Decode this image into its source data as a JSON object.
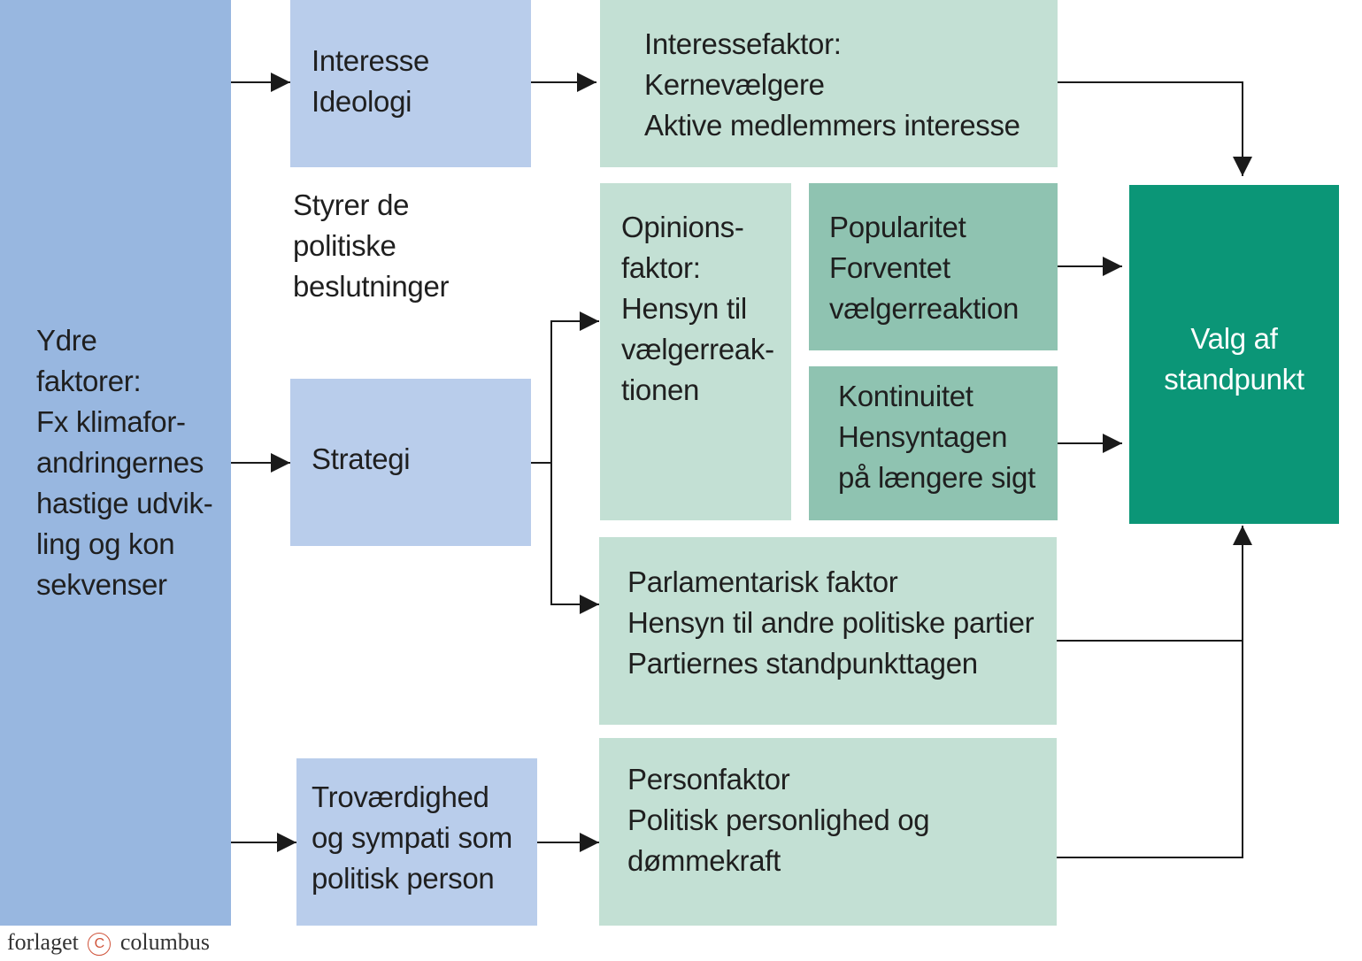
{
  "ydre": {
    "lines": [
      "Ydre",
      "faktorer:",
      "Fx klimafor-",
      "andringernes",
      "hastige udvik-",
      "ling og kon",
      "sekvenser"
    ]
  },
  "interesse": {
    "lines": [
      "Interesse",
      "Ideologi"
    ]
  },
  "styrer": {
    "lines": [
      "Styrer de",
      "politiske",
      "beslutninger"
    ]
  },
  "strategi": {
    "lines": [
      "Strategi"
    ]
  },
  "troverdighed": {
    "lines": [
      "Troværdighed",
      "og sympati som",
      "politisk person"
    ]
  },
  "interessefaktor": {
    "lines": [
      "Interessefaktor:",
      "Kernevælgere",
      "Aktive medlemmers interesse"
    ]
  },
  "opinionsfaktor": {
    "lines": [
      "Opinions-",
      "faktor:",
      "Hensyn til",
      "vælgerreak-",
      "tionen"
    ]
  },
  "popularitet": {
    "lines": [
      "Popularitet",
      "Forventet",
      "vælgerreaktion"
    ]
  },
  "kontinuitet": {
    "lines": [
      "Kontinuitet",
      "Hensyntagen",
      "på længere sigt"
    ]
  },
  "parlamentarisk": {
    "lines": [
      "Parlamentarisk faktor",
      "Hensyn til andre politiske partier",
      "Partiernes standpunkttagen"
    ]
  },
  "personfaktor": {
    "lines": [
      "Personfaktor",
      "Politisk personlighed og",
      "dømmekraft"
    ]
  },
  "valg": {
    "lines": [
      "Valg af",
      "standpunkt"
    ]
  },
  "footer": {
    "left": "forlaget",
    "symbol": "C",
    "right": "columbus"
  },
  "colors": {
    "blue_dark": "#98b7e0",
    "blue_light": "#b9cdeb",
    "mint": "#c3e0d4",
    "mint_mid": "#8fc3b1",
    "green_dark": "#0b9677",
    "arrow": "#1a1a1a"
  }
}
